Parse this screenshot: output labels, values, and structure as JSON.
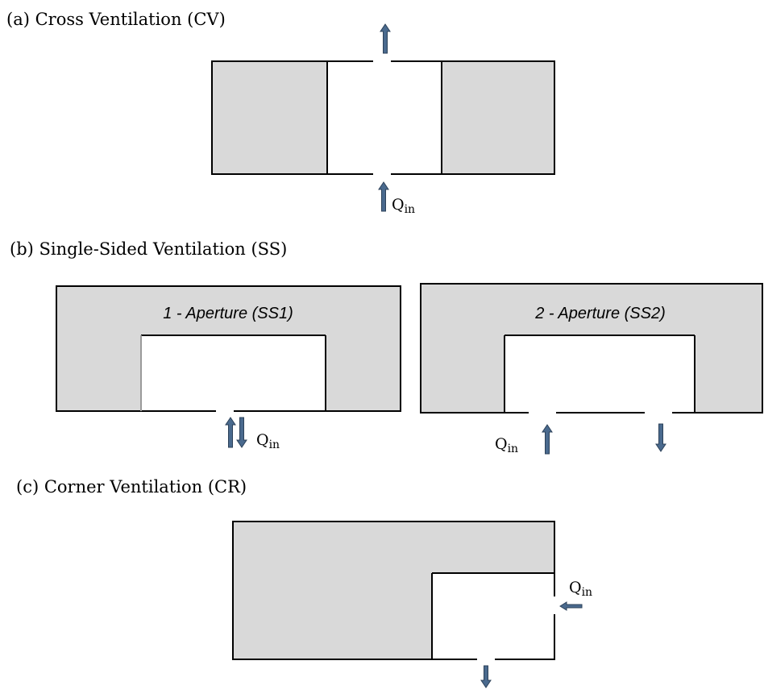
{
  "sections": {
    "cv": {
      "heading": "(a) Cross Ventilation (CV)"
    },
    "ss": {
      "heading": "(b) Single-Sided Ventilation (SS)",
      "panel1_title": "1 - Aperture (SS1)",
      "panel2_title": "2 - Aperture (SS2)"
    },
    "cr": {
      "heading": "(c) Corner Ventilation (CR)"
    }
  },
  "flow_label": {
    "q": "Q",
    "sub": "in"
  },
  "colors": {
    "room_fill": "#d9d9d9",
    "arrow": "#4a6a8e",
    "line": "#000000"
  },
  "icons": [
    "up-arrow-icon",
    "down-arrow-icon",
    "left-arrow-icon"
  ]
}
